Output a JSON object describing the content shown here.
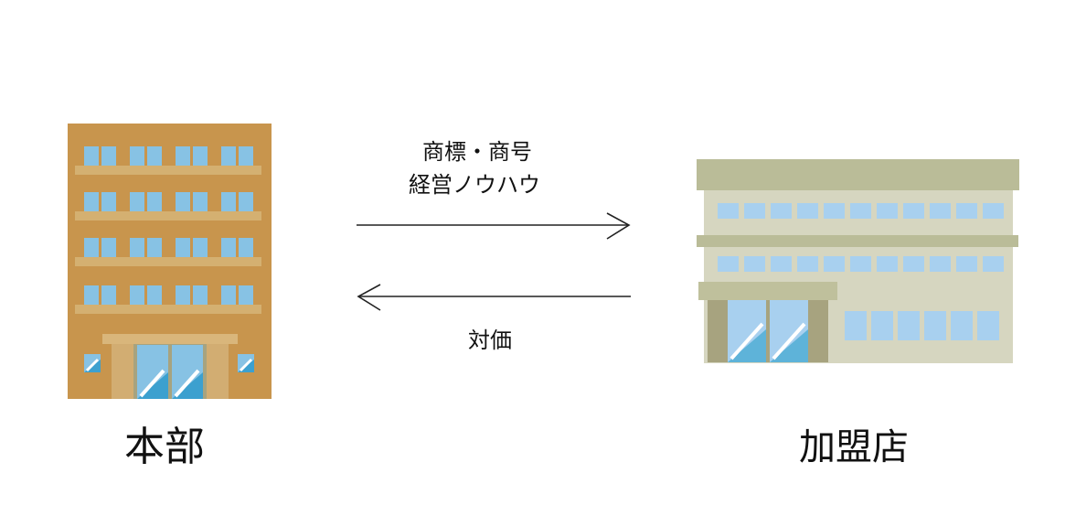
{
  "headquarters": {
    "label": "本部",
    "colors": {
      "wall": "#c8954d",
      "ledge": "#d4b071",
      "window": "#87c2e4",
      "door_frame": "#d8b57a"
    }
  },
  "franchisee": {
    "label": "加盟店",
    "colors": {
      "roof": "#babc98",
      "wall": "#d6d6c0",
      "band": "#bfc09c",
      "window": "#a8d0ef",
      "door": "#5eb3d9"
    }
  },
  "flow_to_franchisee": {
    "lines": [
      "商標・商号",
      "経営ノウハウ"
    ],
    "direction": "right"
  },
  "flow_to_headquarters": {
    "lines": [
      "対価"
    ],
    "direction": "left"
  }
}
